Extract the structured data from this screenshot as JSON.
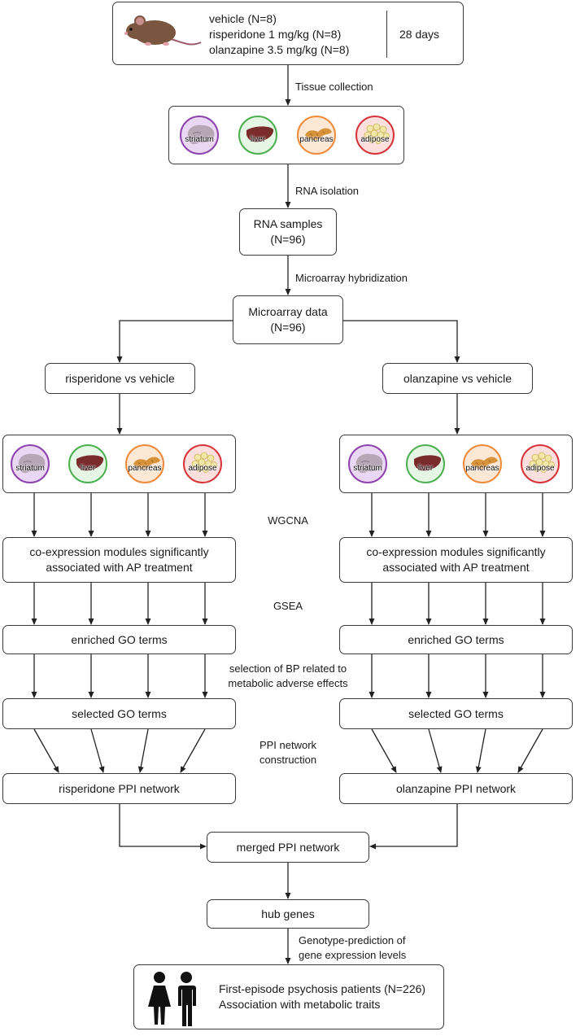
{
  "treatment": {
    "groups": [
      "vehicle (N=8)",
      "risperidone 1 mg/kg (N=8)",
      "olanzapine 3.5 mg/kg (N=8)"
    ],
    "duration": "28 days"
  },
  "steps": {
    "tissue_collection": "Tissue collection",
    "rna_isolation": "RNA isolation",
    "microarray_hybridization": "Microarray hybridization",
    "wgcna": "WGCNA",
    "gsea": "GSEA",
    "selection_bp": [
      "selection of BP related to",
      "metabolic adverse effects"
    ],
    "ppi_construction": [
      "PPI network",
      "construction"
    ],
    "genotype_prediction": [
      "Genotype-prediction of",
      "gene expression levels"
    ]
  },
  "tissues": {
    "striatum": "striatum",
    "liver": "liver",
    "pancreas": "pancreas",
    "adipose": "adipose"
  },
  "boxes": {
    "rna_samples": [
      "RNA samples",
      "(N=96)"
    ],
    "microarray_data": [
      "Microarray data",
      "(N=96)"
    ],
    "risperidone_vs_vehicle": "risperidone vs vehicle",
    "olanzapine_vs_vehicle": "olanzapine vs vehicle",
    "coexpression_modules": [
      "co-expression modules significantly",
      "associated with AP treatment"
    ],
    "enriched_go_terms": "enriched GO terms",
    "selected_go_terms": "selected GO terms",
    "risperidone_ppi": "risperidone PPI network",
    "olanzapine_ppi": "olanzapine PPI network",
    "merged_ppi": "merged PPI network",
    "hub_genes": "hub genes",
    "patients": [
      "First-episode psychosis patients (N=226)",
      "Association with metabolic traits"
    ]
  },
  "colors": {
    "striatum": "#8e44ad",
    "liver": "#4caf50",
    "pancreas": "#ef8a3a",
    "adipose": "#d6343a"
  },
  "icons": [
    "mouse-icon",
    "brain-icon",
    "liver-icon",
    "pancreas-icon",
    "adipose-icon",
    "people-icon"
  ]
}
